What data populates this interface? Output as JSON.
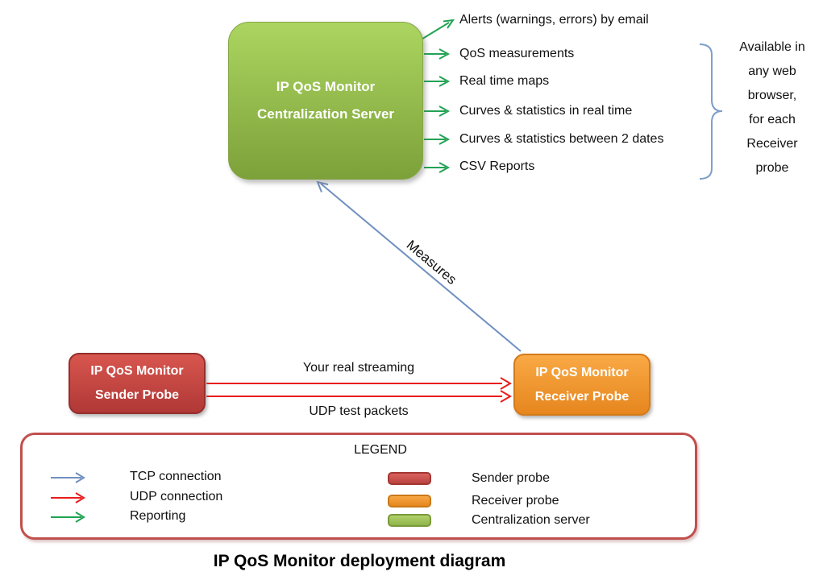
{
  "title": "IP QoS Monitor deployment diagram",
  "server": {
    "line1": "IP QoS Monitor",
    "line2": "Centralization Server"
  },
  "sender": {
    "line1": "IP QoS Monitor",
    "line2": "Sender Probe"
  },
  "receiver": {
    "line1": "IP QoS Monitor",
    "line2": "Receiver Probe"
  },
  "outputs": [
    {
      "label": "Alerts (warnings, errors) by email"
    },
    {
      "label": "QoS measurements"
    },
    {
      "label": "Real time maps"
    },
    {
      "label": "Curves & statistics in real time"
    },
    {
      "label": "Curves & statistics between 2 dates"
    },
    {
      "label": "CSV Reports"
    }
  ],
  "browser_note": {
    "lines": [
      "Available in",
      "any web",
      "browser,",
      "for each",
      "Receiver",
      "probe"
    ]
  },
  "connections": {
    "measures_label": "Measures",
    "streaming_label": "Your real streaming",
    "udp_label": "UDP test packets"
  },
  "legend": {
    "title": "LEGEND",
    "arrows": [
      {
        "label": "TCP connection",
        "color": "#7090c0"
      },
      {
        "label": "UDP connection",
        "color": "#ea1c1c"
      },
      {
        "label": "Reporting",
        "color": "#21a353"
      }
    ],
    "shapes": [
      {
        "label": "Sender probe",
        "color": "#c0504d"
      },
      {
        "label": "Receiver probe",
        "color": "#f0953a"
      },
      {
        "label": "Centralization server",
        "color": "#9cc355"
      }
    ]
  },
  "colors": {
    "tcp": "#7090c0",
    "udp": "#ea1c1c",
    "reporting": "#21a353",
    "brace": "#7e9fc8",
    "legend_border": "#c0504d"
  }
}
